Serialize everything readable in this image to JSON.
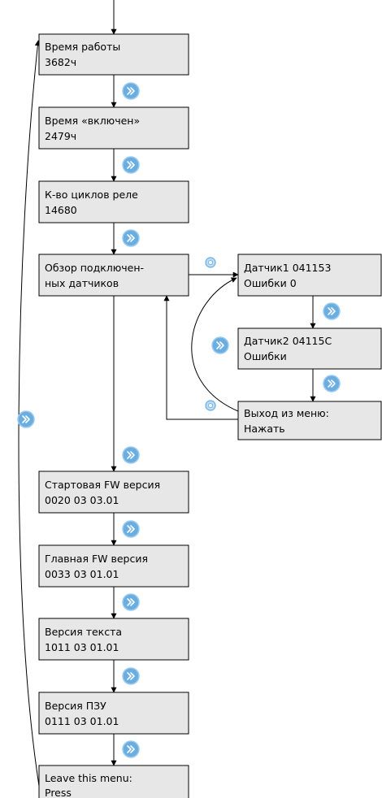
{
  "boxes": {
    "operating_time": {
      "line1": "Время работы",
      "line2": "3682ч"
    },
    "on_time": {
      "line1": "Время «включен»",
      "line2": "2479ч"
    },
    "relay_cycles": {
      "line1": "К-во циклов реле",
      "line2": "14680"
    },
    "sensors_overview": {
      "line1": "Обзор подключен-",
      "line2": "ных датчиков"
    },
    "sensor1": {
      "line1": "Датчик1 041153",
      "line2": "Ошибки 0"
    },
    "sensor2": {
      "line1": "Датчик2 04115C",
      "line2": "Ошибки"
    },
    "sensor_exit": {
      "line1": "Выход из меню:",
      "line2": "Нажать"
    },
    "boot_fw": {
      "line1": "Стартовая FW версия",
      "line2": "0020 03 03.01"
    },
    "main_fw": {
      "line1": "Главная FW версия",
      "line2": "0033 03 01.01"
    },
    "text_version": {
      "line1": "Версия текста",
      "line2": "1011 03 01.01"
    },
    "rom_version": {
      "line1": "Версия ПЗУ",
      "line2": "0111 03 01.01"
    },
    "leave_menu": {
      "line1": "Leave this menu:",
      "line2": "Press"
    }
  },
  "icons": {
    "next": "chevron-double-right-icon",
    "select": "select-dot-icon"
  },
  "colors": {
    "box_fill": "#e7e7e7",
    "box_stroke": "#000000",
    "icon_fill": "#6aaee0",
    "line": "#000000"
  }
}
